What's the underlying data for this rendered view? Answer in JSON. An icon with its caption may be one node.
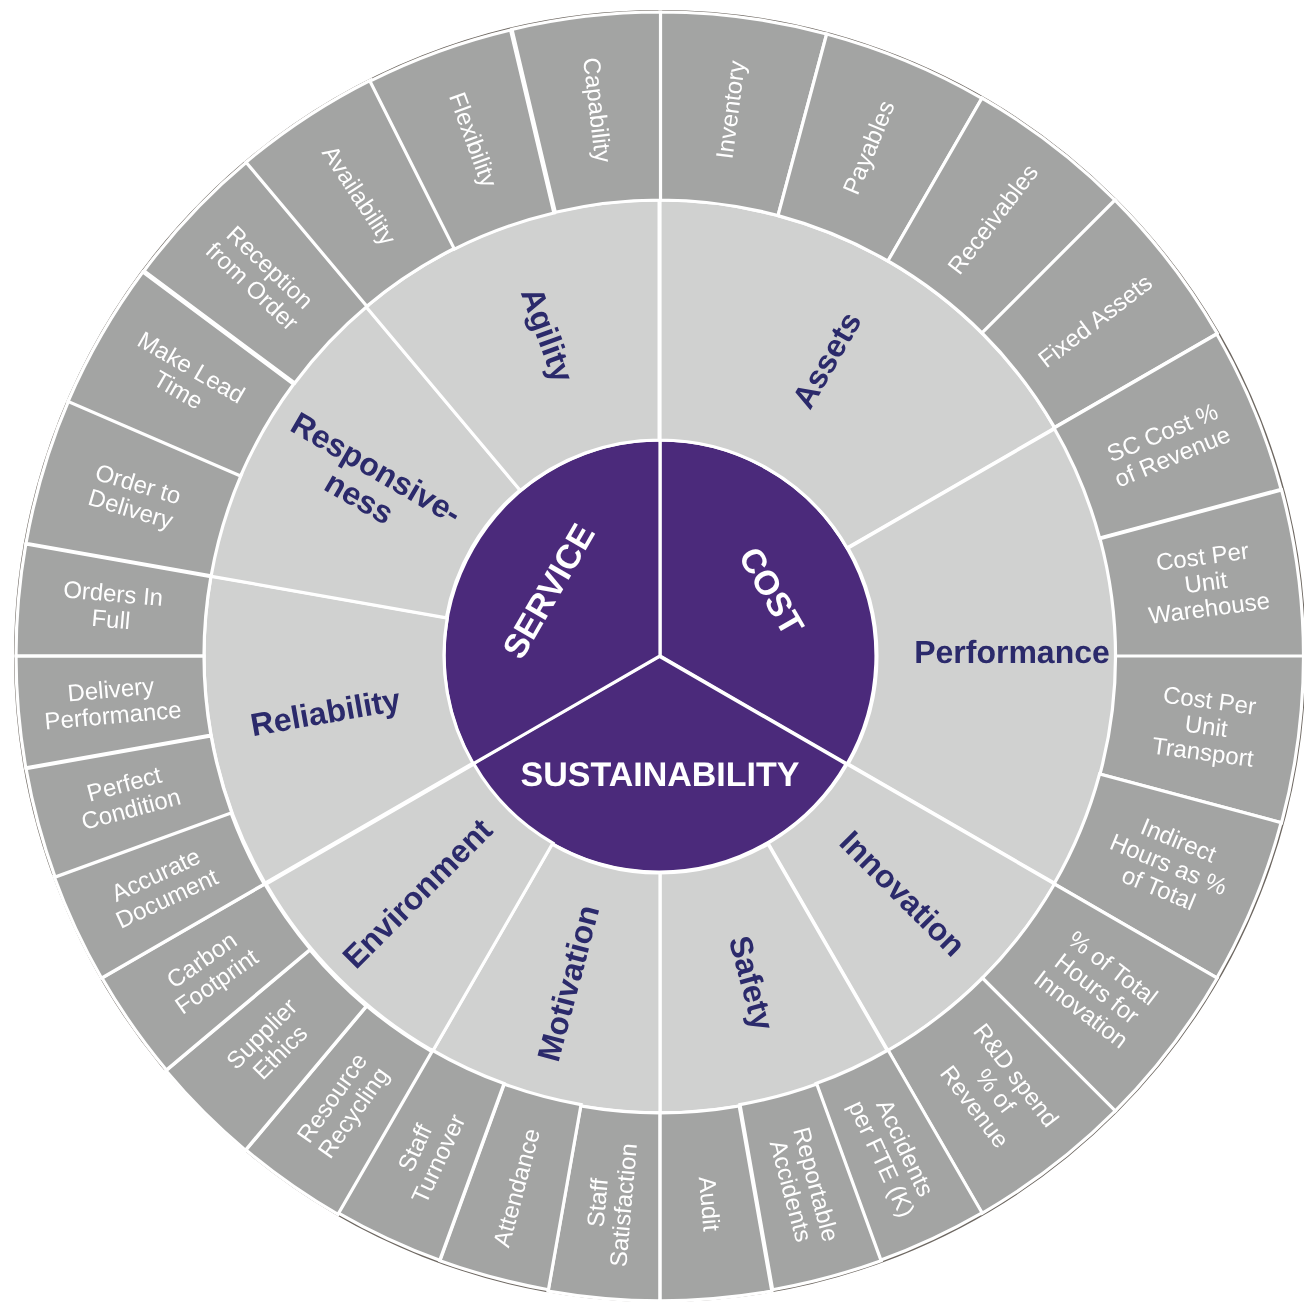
{
  "diagram": {
    "nodes": [
      {
        "text": [
          "COST"
        ]
      },
      {
        "text": [
          "SUSTAINABILITY"
        ]
      },
      {
        "text": [
          "SERVICE"
        ]
      },
      {
        "text": [
          "Assets"
        ]
      },
      {
        "text": [
          "Performance"
        ]
      },
      {
        "text": [
          "Innovation"
        ]
      },
      {
        "text": [
          "Safety"
        ]
      },
      {
        "text": [
          "Motivation"
        ]
      },
      {
        "text": [
          "Environment"
        ]
      },
      {
        "text": [
          "Reliability"
        ]
      },
      {
        "text": [
          "Responsive- ness"
        ]
      },
      {
        "text": [
          "Agility"
        ]
      },
      {
        "text": [
          "Inventory"
        ]
      },
      {
        "text": [
          "Payables"
        ]
      },
      {
        "text": [
          "Receivables"
        ]
      },
      {
        "text": [
          "Fixed Assets"
        ]
      },
      {
        "text": [
          "SC Cost % of Revenue"
        ]
      },
      {
        "text": [
          "Cost Per Unit Warehouse"
        ]
      },
      {
        "text": [
          "Cost Per Unit Transport"
        ]
      },
      {
        "text": [
          "Indirect Hours as % of Total"
        ]
      },
      {
        "text": [
          "% of Total Hours for Innovation"
        ]
      },
      {
        "text": [
          "R&D spend % of Revenue"
        ]
      },
      {
        "text": [
          "Accidents per FTE (K)"
        ]
      },
      {
        "text": [
          "Reportable Accidents"
        ]
      },
      {
        "text": [
          "Audit"
        ]
      },
      {
        "text": [
          "Staff Satisfaction"
        ]
      },
      {
        "text": [
          "Attendance"
        ]
      },
      {
        "text": [
          "Staff Turnover"
        ]
      },
      {
        "text": [
          "Resource Recycling"
        ]
      },
      {
        "text": [
          "Supplier Ethics"
        ]
      },
      {
        "text": [
          "Carbon Footprint"
        ]
      },
      {
        "text": [
          "Accurate Document"
        ]
      },
      {
        "text": [
          "Perfect Condition"
        ]
      },
      {
        "text": [
          "Delivery Performance"
        ]
      },
      {
        "text": [
          "Orders In Full"
        ]
      },
      {
        "text": [
          "Order to Delivery"
        ]
      },
      {
        "text": [
          "Make Lead Time"
        ]
      },
      {
        "text": [
          "Reception from Order"
        ]
      },
      {
        "text": [
          "Availability"
        ]
      },
      {
        "text": [
          "Flexibility"
        ]
      },
      {
        "text": [
          "Capability"
        ]
      }
    ]
  }
}
